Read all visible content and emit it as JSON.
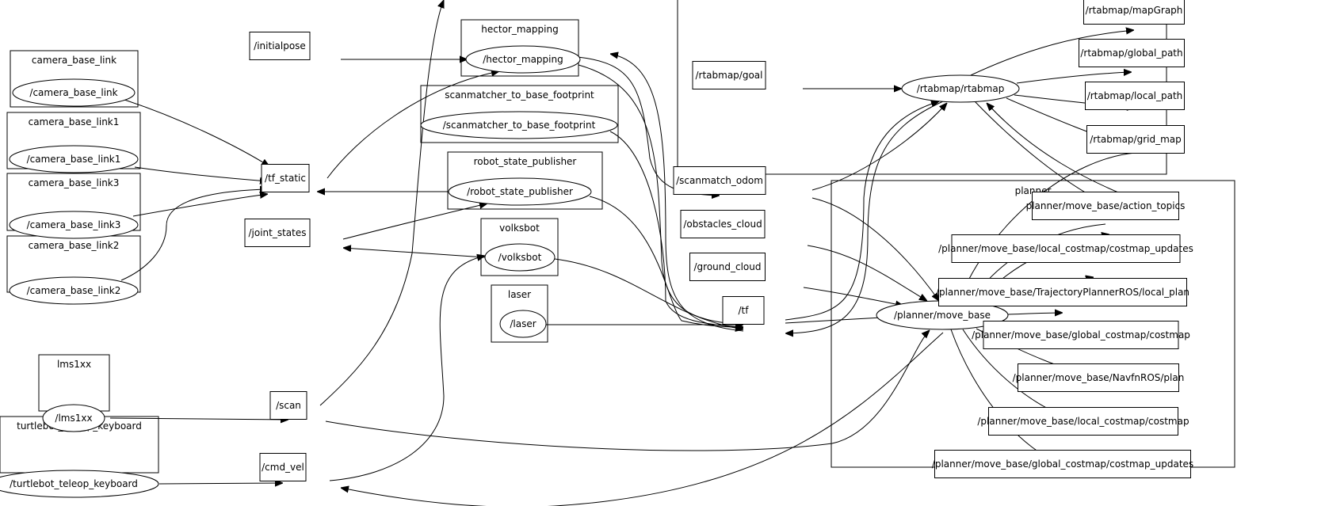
{
  "graph": {
    "title": "rqt_graph",
    "clusters": [
      {
        "id": "c-camera_base_link",
        "label": "camera_base_link"
      },
      {
        "id": "c-camera_base_link1",
        "label": "camera_base_link1"
      },
      {
        "id": "c-camera_base_link3",
        "label": "camera_base_link3"
      },
      {
        "id": "c-camera_base_link2",
        "label": "camera_base_link2"
      },
      {
        "id": "c-lms1xx",
        "label": "lms1xx"
      },
      {
        "id": "c-turtlebot_teleop_keyboard",
        "label": "turtlebot_teleop_keyboard"
      },
      {
        "id": "c-hector_mapping",
        "label": "hector_mapping"
      },
      {
        "id": "c-scanmatcher",
        "label": "scanmatcher_to_base_footprint"
      },
      {
        "id": "c-robot_state_publisher",
        "label": "robot_state_publisher"
      },
      {
        "id": "c-volksbot",
        "label": "volksbot"
      },
      {
        "id": "c-laser",
        "label": "laser"
      },
      {
        "id": "c-rtabmap",
        "label": ""
      },
      {
        "id": "c-planner",
        "label": "planner"
      }
    ],
    "nodes": [
      {
        "id": "camera_base_link",
        "label": "/camera_base_link",
        "kind": "node"
      },
      {
        "id": "camera_base_link1",
        "label": "/camera_base_link1",
        "kind": "node"
      },
      {
        "id": "camera_base_link3",
        "label": "/camera_base_link3",
        "kind": "node"
      },
      {
        "id": "camera_base_link2",
        "label": "/camera_base_link2",
        "kind": "node"
      },
      {
        "id": "lms1xx",
        "label": "/lms1xx",
        "kind": "node"
      },
      {
        "id": "turtlebot_teleop_keyboard",
        "label": "/turtlebot_teleop_keyboard",
        "kind": "node"
      },
      {
        "id": "initialpose",
        "label": "/initialpose",
        "kind": "topic"
      },
      {
        "id": "tf_static",
        "label": "/tf_static",
        "kind": "topic"
      },
      {
        "id": "joint_states",
        "label": "/joint_states",
        "kind": "topic"
      },
      {
        "id": "scan",
        "label": "/scan",
        "kind": "topic"
      },
      {
        "id": "cmd_vel",
        "label": "/cmd_vel",
        "kind": "topic"
      },
      {
        "id": "hector_mapping",
        "label": "/hector_mapping",
        "kind": "node"
      },
      {
        "id": "scanmatcher",
        "label": "/scanmatcher_to_base_footprint",
        "kind": "node"
      },
      {
        "id": "robot_state_publisher",
        "label": "/robot_state_publisher",
        "kind": "node"
      },
      {
        "id": "volksbot",
        "label": "/volksbot",
        "kind": "node"
      },
      {
        "id": "laser",
        "label": "/laser",
        "kind": "node"
      },
      {
        "id": "scanmatch_odom",
        "label": "/scanmatch_odom",
        "kind": "topic"
      },
      {
        "id": "obstacles_cloud",
        "label": "/obstacles_cloud",
        "kind": "topic"
      },
      {
        "id": "ground_cloud",
        "label": "/ground_cloud",
        "kind": "topic"
      },
      {
        "id": "tf",
        "label": "/tf",
        "kind": "topic"
      },
      {
        "id": "rtabmap_goal",
        "label": "/rtabmap/goal",
        "kind": "topic"
      },
      {
        "id": "rtabmap",
        "label": "/rtabmap/rtabmap",
        "kind": "node"
      },
      {
        "id": "mapGraph",
        "label": "/rtabmap/mapGraph",
        "kind": "topic"
      },
      {
        "id": "global_path",
        "label": "/rtabmap/global_path",
        "kind": "topic"
      },
      {
        "id": "local_path",
        "label": "/rtabmap/local_path",
        "kind": "topic"
      },
      {
        "id": "grid_map",
        "label": "/rtabmap/grid_map",
        "kind": "topic"
      },
      {
        "id": "move_base",
        "label": "/planner/move_base",
        "kind": "node"
      },
      {
        "id": "action_topics",
        "label": "planner/move_base/action_topics",
        "kind": "topic"
      },
      {
        "id": "local_costmap_updates",
        "label": "/planner/move_base/local_costmap/costmap_updates",
        "kind": "topic"
      },
      {
        "id": "local_plan",
        "label": "/planner/move_base/TrajectoryPlannerROS/local_plan",
        "kind": "topic"
      },
      {
        "id": "global_costmap",
        "label": "/planner/move_base/global_costmap/costmap",
        "kind": "topic"
      },
      {
        "id": "navfn_plan",
        "label": "/planner/move_base/NavfnROS/plan",
        "kind": "topic"
      },
      {
        "id": "local_costmap",
        "label": "/planner/move_base/local_costmap/costmap",
        "kind": "topic"
      },
      {
        "id": "global_costmap_updates",
        "label": "/planner/move_base/global_costmap/costmap_updates",
        "kind": "topic"
      }
    ],
    "edges": [
      {
        "from": "camera_base_link",
        "to": "tf_static"
      },
      {
        "from": "camera_base_link1",
        "to": "tf_static"
      },
      {
        "from": "camera_base_link3",
        "to": "tf_static"
      },
      {
        "from": "camera_base_link2",
        "to": "tf_static"
      },
      {
        "from": "robot_state_publisher",
        "to": "tf_static"
      },
      {
        "from": "tf_static",
        "to": "hector_mapping"
      },
      {
        "from": "initialpose",
        "to": "hector_mapping"
      },
      {
        "from": "joint_states",
        "to": "robot_state_publisher"
      },
      {
        "from": "volksbot",
        "to": "joint_states"
      },
      {
        "from": "lms1xx",
        "to": "scan"
      },
      {
        "from": "turtlebot_teleop_keyboard",
        "to": "cmd_vel"
      },
      {
        "from": "cmd_vel",
        "to": "volksbot"
      },
      {
        "from": "move_base",
        "to": "cmd_vel"
      },
      {
        "from": "scan",
        "to": "hector_mapping"
      },
      {
        "from": "scan",
        "to": "move_base"
      },
      {
        "from": "hector_mapping",
        "to": "scanmatch_odom"
      },
      {
        "from": "hector_mapping",
        "to": "tf"
      },
      {
        "from": "scanmatcher",
        "to": "tf"
      },
      {
        "from": "robot_state_publisher",
        "to": "tf"
      },
      {
        "from": "volksbot",
        "to": "tf"
      },
      {
        "from": "laser",
        "to": "tf"
      },
      {
        "from": "tf",
        "to": "hector_mapping"
      },
      {
        "from": "tf",
        "to": "move_base"
      },
      {
        "from": "tf",
        "to": "rtabmap"
      },
      {
        "from": "rtabmap",
        "to": "tf"
      },
      {
        "from": "scanmatch_odom",
        "to": "rtabmap"
      },
      {
        "from": "scanmatch_odom",
        "to": "move_base"
      },
      {
        "from": "obstacles_cloud",
        "to": "move_base"
      },
      {
        "from": "ground_cloud",
        "to": "move_base"
      },
      {
        "from": "rtabmap_goal",
        "to": "rtabmap"
      },
      {
        "from": "rtabmap",
        "to": "mapGraph"
      },
      {
        "from": "rtabmap",
        "to": "global_path"
      },
      {
        "from": "rtabmap",
        "to": "local_path"
      },
      {
        "from": "rtabmap",
        "to": "grid_map"
      },
      {
        "from": "rtabmap",
        "to": "action_topics"
      },
      {
        "from": "action_topics",
        "to": "rtabmap"
      },
      {
        "from": "action_topics",
        "to": "move_base"
      },
      {
        "from": "move_base",
        "to": "action_topics"
      },
      {
        "from": "grid_map",
        "to": "move_base"
      },
      {
        "from": "move_base",
        "to": "local_costmap_updates"
      },
      {
        "from": "move_base",
        "to": "local_plan"
      },
      {
        "from": "move_base",
        "to": "global_costmap"
      },
      {
        "from": "move_base",
        "to": "navfn_plan"
      },
      {
        "from": "move_base",
        "to": "local_costmap"
      },
      {
        "from": "move_base",
        "to": "global_costmap_updates"
      }
    ]
  }
}
